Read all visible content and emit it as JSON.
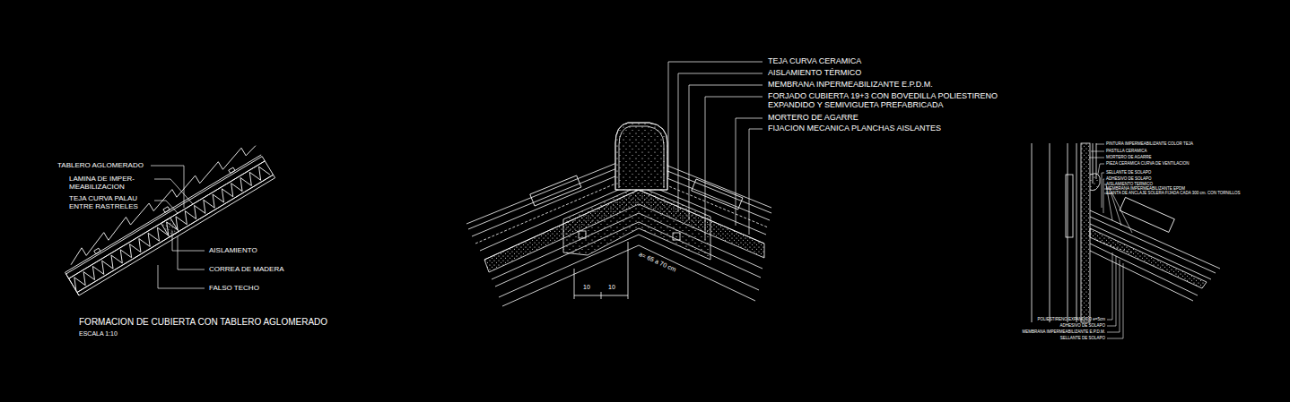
{
  "diagram": {
    "title": "FORMACION DE CUBIERTA CON TABLERO AGLOMERADO",
    "labels": [
      "TABLERO AGLOMERADO",
      "LAMINA DE IMPER- MEABILIZACION",
      "TEJA CURVA PALAU ENTRE RASTRELES",
      "AISLAMIENTO",
      "CORREA DE MADERA",
      "FALSO TECHO",
      "ESCALA 1:10",
      "TEJA CURVA CERAMICA",
      "AISLAMIENTO TÉRMICO",
      "MEMBRANA INPERMEABILIZANTE E.P.D.M.",
      "FORJADO CUBIERTA 19+3 CON BOVEDILLA POLIESTIRENO EXPANDIDO Y SEMIVIGUETA PREFABRICADA",
      "MORTERO DE AGARRE",
      "FIJACION MECANICA PLANCHAS AISLANTES",
      "10",
      "10",
      "a= 65 a 70 cm",
      "PINTURA IMPERMEABILIZANTE COLOR TEJA",
      "PASTILLA CERAMICA",
      "MORTERO DE AGARRE",
      "PIEZA CERAMICA CURVA DE VENTILACION",
      "SELLANTE DE SOLAPO",
      "ADHESIVO DE SOLAPO",
      "AISLAMIENTO TERMICO",
      "MEMBRANA IMPERMEABILIZANTE EPDM",
      "LLANTA DE ANCLAJE SOLERA FIJADA CADA 300 cm. CON TORNILLOS",
      "POLIESTIRENO EXPANDIDO e=5cm",
      "ADHESIVO DE SOLAPO",
      "MEMBRANA IMPERMEABILIZANTE E.P.D.M.",
      "SELLANTE DE SOLAPO"
    ]
  }
}
